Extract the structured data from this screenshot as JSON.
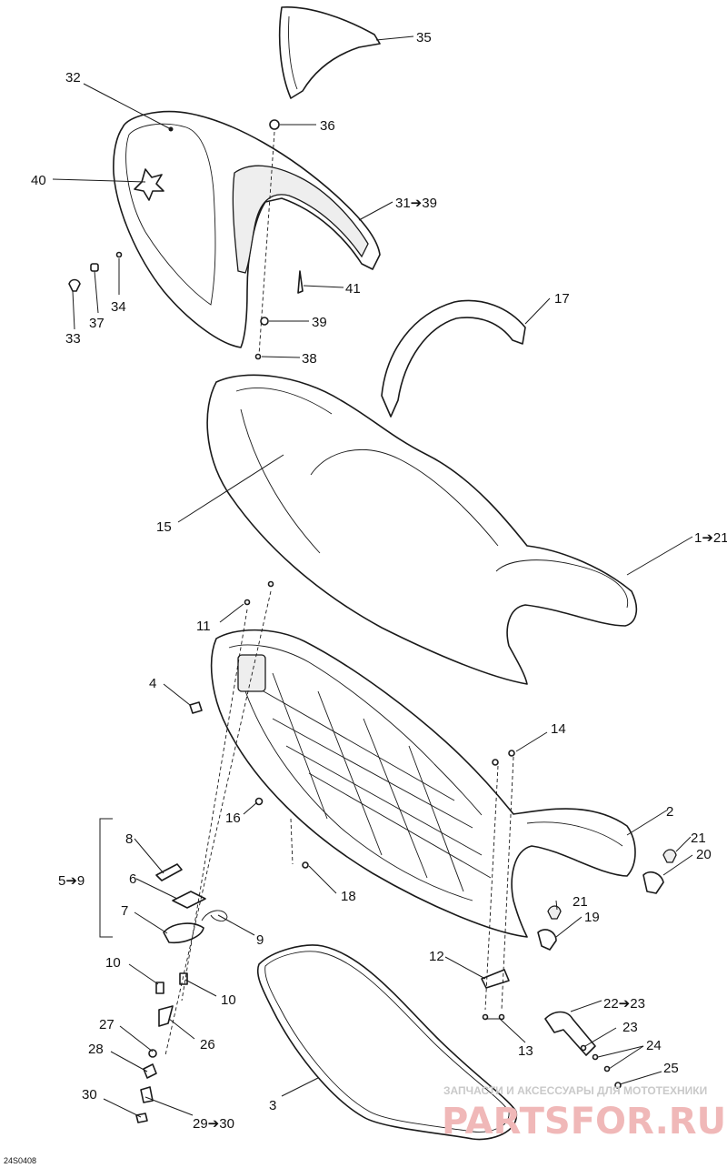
{
  "diagram": {
    "id": "24S0408",
    "callouts": {
      "c35": "35",
      "c36": "36",
      "c32": "32",
      "c40": "40",
      "c31_39": "31➔39",
      "c41": "41",
      "c39": "39",
      "c38": "38",
      "c34": "34",
      "c37": "37",
      "c33": "33",
      "c17": "17",
      "c15": "15",
      "c1_21": "1➔21",
      "c11": "11",
      "c4": "4",
      "c14": "14",
      "c16": "16",
      "c2": "2",
      "c21a": "21",
      "c20": "20",
      "c8": "8",
      "c5_9": "5➔9",
      "c6": "6",
      "c18": "18",
      "c21b": "21",
      "c19": "19",
      "c7": "7",
      "c9": "9",
      "c12": "12",
      "c10a": "10",
      "c10b": "10",
      "c22_23": "22➔23",
      "c23": "23",
      "c27": "27",
      "c26": "26",
      "c13": "13",
      "c24": "24",
      "c28": "28",
      "c25": "25",
      "c3": "3",
      "c30": "30",
      "c29_30": "29➔30"
    }
  },
  "watermark": {
    "caption": "ЗАПЧАСТИ И АКСЕССУАРЫ ДЛЯ МОТОТЕХНИКИ",
    "brand": "PARTSFOR.RU"
  }
}
